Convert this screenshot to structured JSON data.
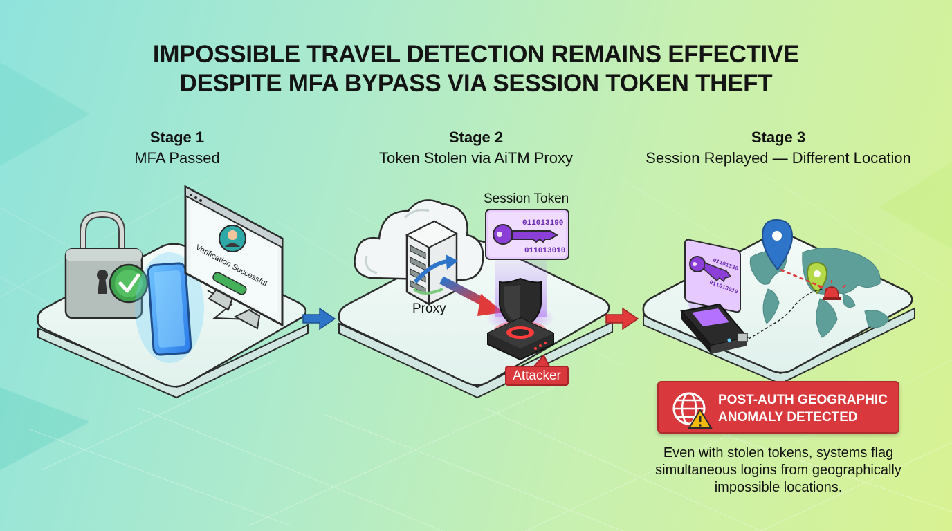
{
  "title": {
    "line1": "IMPOSSIBLE TRAVEL DETECTION REMAINS EFFECTIVE",
    "line2": "DESPITE MFA BYPASS VIA SESSION TOKEN THEFT"
  },
  "stages": [
    {
      "number": "Stage 1",
      "subtitle": "MFA Passed"
    },
    {
      "number": "Stage 2",
      "subtitle": "Token Stolen via AiTM Proxy"
    },
    {
      "number": "Stage 3",
      "subtitle": "Session Replayed — Different Location"
    }
  ],
  "stage1": {
    "monitor_text": "Verification Successful"
  },
  "stage2": {
    "proxy_label": "Proxy",
    "token_label": "Session Token",
    "token_bits_top": "011013190",
    "token_bits_bottom": "011013010",
    "attacker_label": "Attacker"
  },
  "stage3": {
    "token_bits_top": "01101330",
    "token_bits_bottom": "011013010"
  },
  "alert": {
    "line1": "POST-AUTH GEOGRAPHIC",
    "line2": "ANOMALY DETECTED"
  },
  "caption": {
    "line1": "Even with stolen tokens, systems flag",
    "line2": "simultaneous logins from geographically",
    "line3": "impossible locations."
  },
  "colors": {
    "alert_red": "#d9393d",
    "token_purple": "#8b3fd6",
    "arrow_blue": "#2e74c8",
    "arrow_red": "#d9393d"
  },
  "icons": [
    "padlock-icon",
    "checkmark-icon",
    "smartphone-icon",
    "monitor-icon",
    "user-avatar-icon",
    "cloud-icon",
    "server-icon",
    "key-icon",
    "shield-icon",
    "router-icon",
    "map-pin-icon",
    "alarm-icon",
    "globe-icon",
    "warning-icon",
    "usb-key-icon"
  ]
}
